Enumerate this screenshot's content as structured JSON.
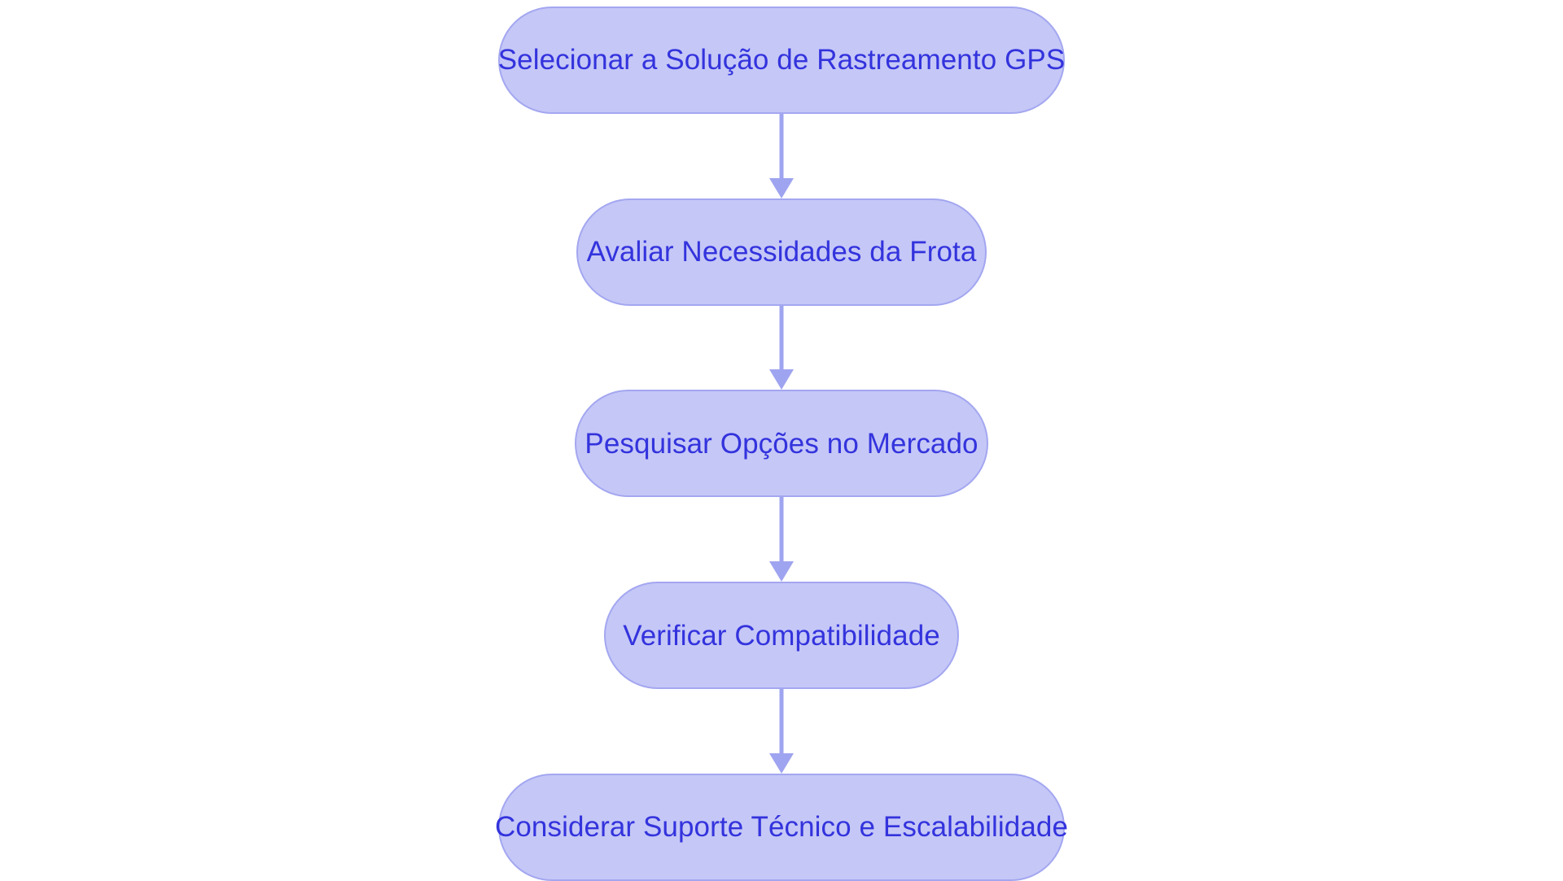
{
  "diagram": {
    "type": "flowchart",
    "orientation": "vertical-top-to-bottom",
    "background_color": "#ffffff",
    "node_fill_color": "#c5c7f7",
    "node_border_color": "#a3a7f0",
    "node_text_color": "#3333dd",
    "arrow_color": "#9fa4f0",
    "node_shape": "stadium-rounded-rectangle",
    "nodes": [
      {
        "id": "step-1",
        "label": "Selecionar a Solução de Rastreamento GPS"
      },
      {
        "id": "step-2",
        "label": "Avaliar Necessidades da Frota"
      },
      {
        "id": "step-3",
        "label": "Pesquisar Opções no Mercado"
      },
      {
        "id": "step-4",
        "label": "Verificar Compatibilidade"
      },
      {
        "id": "step-5",
        "label": "Considerar Suporte Técnico e Escalabilidade"
      }
    ],
    "edges": [
      {
        "id": "edge-1",
        "from": "step-1",
        "to": "step-2",
        "arrow": "down"
      },
      {
        "id": "edge-2",
        "from": "step-2",
        "to": "step-3",
        "arrow": "down"
      },
      {
        "id": "edge-3",
        "from": "step-3",
        "to": "step-4",
        "arrow": "down"
      },
      {
        "id": "edge-4",
        "from": "step-4",
        "to": "step-5",
        "arrow": "down"
      }
    ]
  }
}
